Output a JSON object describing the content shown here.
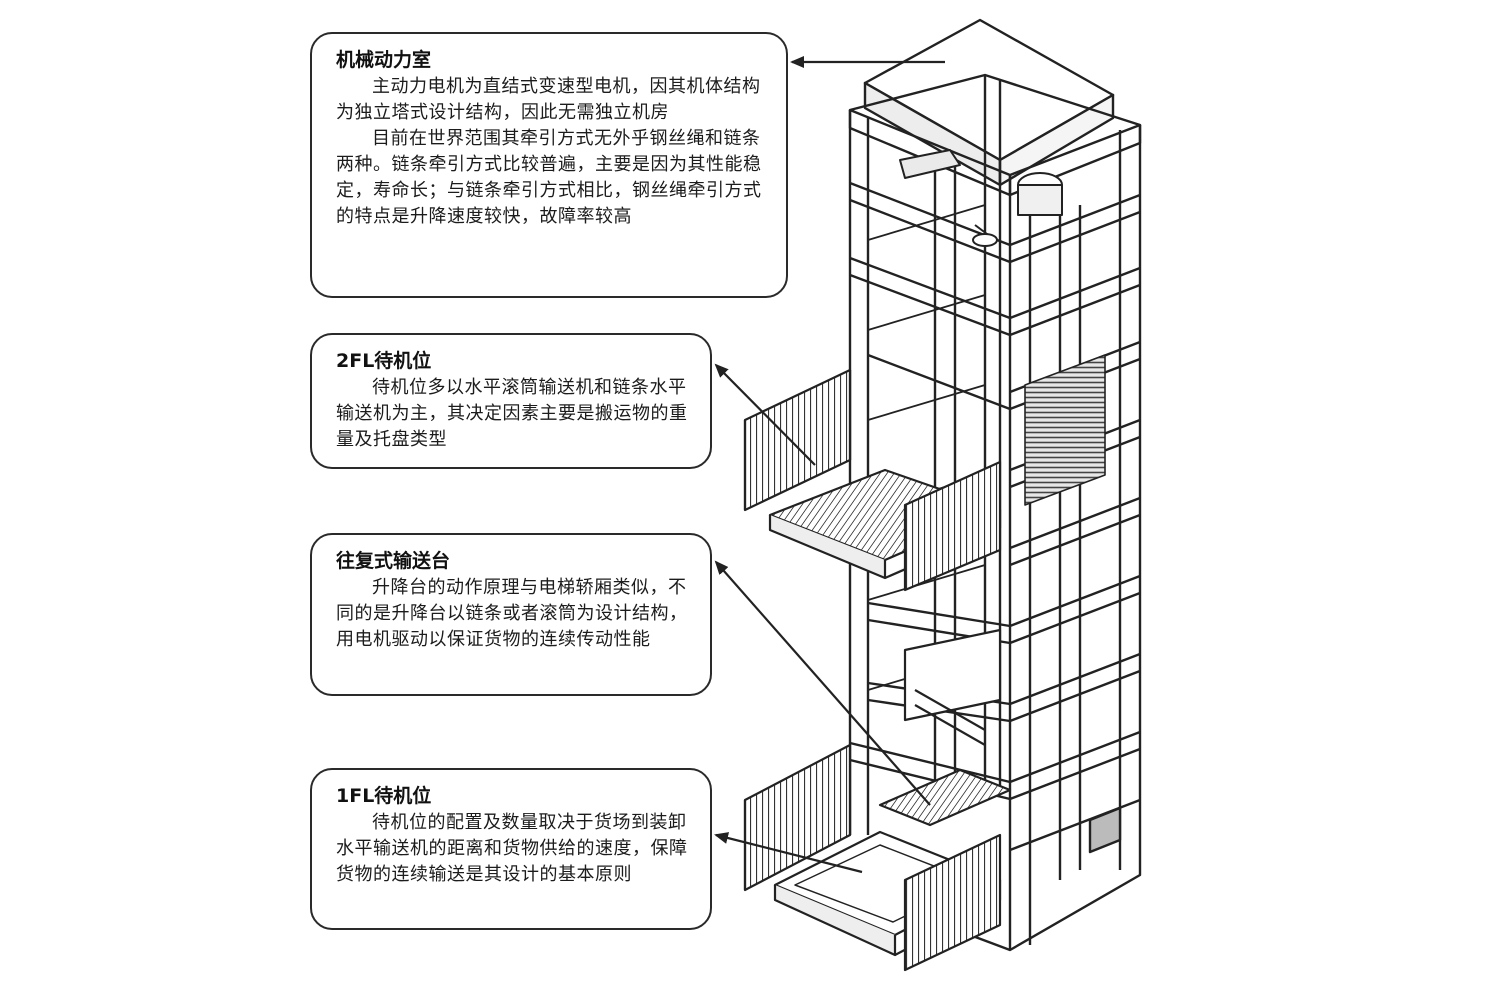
{
  "callouts": {
    "machine_room": {
      "title": "机械动力室",
      "paragraphs": [
        "主动力电机为直结式变速型电机，因其机体结构为独立塔式设计结构，因此无需独立机房",
        "目前在世界范围其牵引方式无外乎钢丝绳和链条两种。链条牵引方式比较普遍，主要是因为其性能稳定，寿命长；与链条牵引方式相比，钢丝绳牵引方式的特点是升降速度较快，故障率较高"
      ]
    },
    "standby_2fl": {
      "title": "2FL待机位",
      "paragraphs": [
        "待机位多以水平滚筒输送机和链条水平输送机为主，其决定因素主要是搬运物的重量及托盘类型"
      ]
    },
    "reciprocating": {
      "title": "往复式输送台",
      "paragraphs": [
        "升降台的动作原理与电梯轿厢类似，不同的是升降台以链条或者滚筒为设计结构，用电机驱动以保证货物的连续传动性能"
      ]
    },
    "standby_1fl": {
      "title": "1FL待机位",
      "paragraphs": [
        "待机位的配置及数量取决于货场到装卸水平输送机的距离和货物供给的速度，保障货物的连续输送是其设计的基本原则"
      ]
    }
  },
  "colors": {
    "line": "#222222",
    "fill_light": "#ffffff",
    "fill_shade": "#d9d9d9",
    "fill_dark": "#555555"
  }
}
